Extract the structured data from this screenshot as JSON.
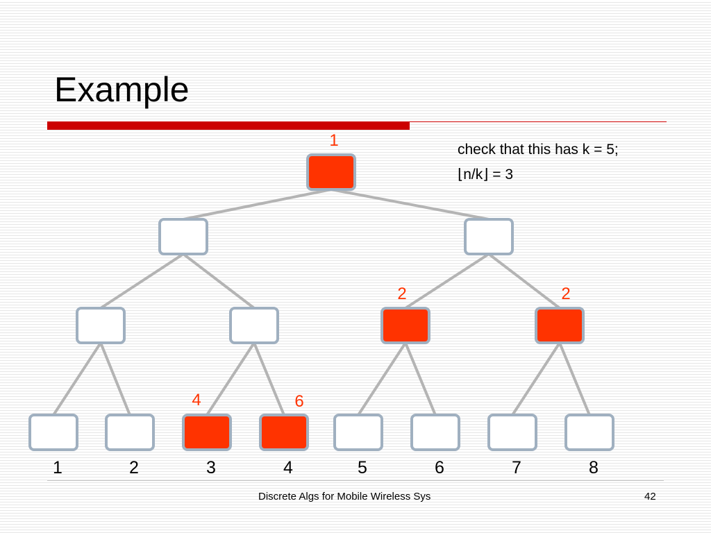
{
  "slide": {
    "title": "Example",
    "note_line1": "check that this has k = 5;",
    "note_floor_left": "⌊",
    "note_floor_text": "n/k",
    "note_floor_right": "⌋",
    "note_floor_result": " = 3",
    "footer": "Discrete Algs for Mobile Wireless Sys",
    "page_number": "42"
  },
  "colors": {
    "selected_fill": "#ff3300",
    "empty_fill": "#ffffff",
    "node_border": "#a0b0c0",
    "edge": "#b4b4b4",
    "label_red": "#ff3300",
    "leaf_number": "#000000"
  },
  "tree": {
    "nodes": [
      {
        "id": "root",
        "level": 0,
        "selected": true,
        "label": "1"
      },
      {
        "id": "l1-a",
        "level": 1,
        "selected": false,
        "label": ""
      },
      {
        "id": "l1-b",
        "level": 1,
        "selected": false,
        "label": ""
      },
      {
        "id": "l2-a",
        "level": 2,
        "selected": false,
        "label": ""
      },
      {
        "id": "l2-b",
        "level": 2,
        "selected": false,
        "label": ""
      },
      {
        "id": "l2-c",
        "level": 2,
        "selected": true,
        "label": "2"
      },
      {
        "id": "l2-d",
        "level": 2,
        "selected": true,
        "label": "2"
      },
      {
        "id": "leaf-1",
        "level": 3,
        "selected": false,
        "label": "",
        "number": "1"
      },
      {
        "id": "leaf-2",
        "level": 3,
        "selected": false,
        "label": "",
        "number": "2"
      },
      {
        "id": "leaf-3",
        "level": 3,
        "selected": true,
        "label": "4",
        "number": "3"
      },
      {
        "id": "leaf-4",
        "level": 3,
        "selected": true,
        "label": "6",
        "number": "4"
      },
      {
        "id": "leaf-5",
        "level": 3,
        "selected": false,
        "label": "",
        "number": "5"
      },
      {
        "id": "leaf-6",
        "level": 3,
        "selected": false,
        "label": "",
        "number": "6"
      },
      {
        "id": "leaf-7",
        "level": 3,
        "selected": false,
        "label": "",
        "number": "7"
      },
      {
        "id": "leaf-8",
        "level": 3,
        "selected": false,
        "label": "",
        "number": "8"
      }
    ],
    "edges": [
      [
        "root",
        "l1-a"
      ],
      [
        "root",
        "l1-b"
      ],
      [
        "l1-a",
        "l2-a"
      ],
      [
        "l1-a",
        "l2-b"
      ],
      [
        "l1-b",
        "l2-c"
      ],
      [
        "l1-b",
        "l2-d"
      ],
      [
        "l2-a",
        "leaf-1"
      ],
      [
        "l2-a",
        "leaf-2"
      ],
      [
        "l2-b",
        "leaf-3"
      ],
      [
        "l2-b",
        "leaf-4"
      ],
      [
        "l2-c",
        "leaf-5"
      ],
      [
        "l2-c",
        "leaf-6"
      ],
      [
        "l2-d",
        "leaf-7"
      ],
      [
        "l2-d",
        "leaf-8"
      ]
    ]
  }
}
